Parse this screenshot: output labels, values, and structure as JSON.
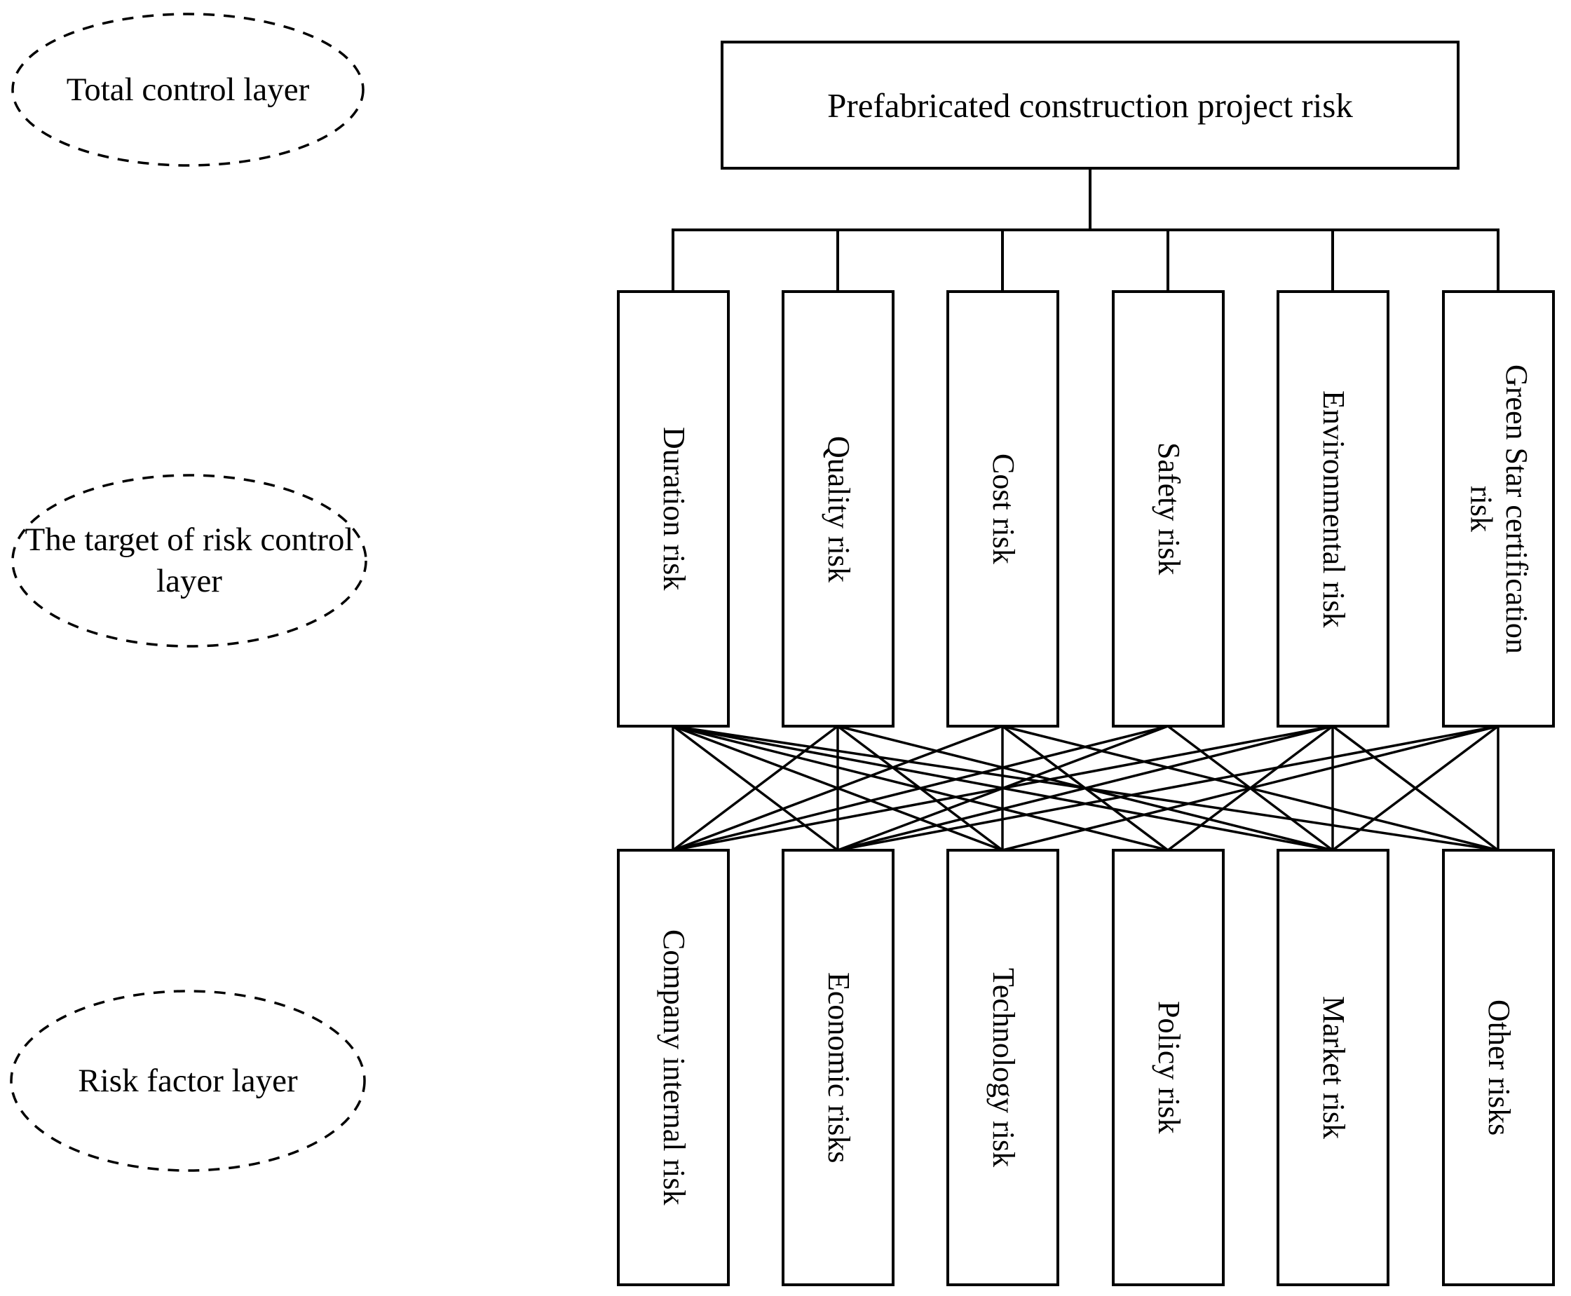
{
  "diagram": {
    "title": "Prefabricated construction project risk",
    "layer_labels": [
      {
        "id": "total-control-layer",
        "text": "Total control layer"
      },
      {
        "id": "target-of-risk-control-layer",
        "text": "The target of risk control layer"
      },
      {
        "id": "risk-factor-layer",
        "text": "Risk factor layer"
      }
    ],
    "root": {
      "id": "root-risk",
      "text": "Prefabricated construction project risk"
    },
    "target_layer_nodes": [
      {
        "id": "duration-risk",
        "text": "Duration risk"
      },
      {
        "id": "quality-risk",
        "text": "Quality risk"
      },
      {
        "id": "cost-risk",
        "text": "Cost risk"
      },
      {
        "id": "safety-risk",
        "text": "Safety risk"
      },
      {
        "id": "environmental-risk",
        "text": "Environmental risk"
      },
      {
        "id": "green-star-certification-risk",
        "text": "Green Star certification\nrisk"
      }
    ],
    "risk_factor_nodes": [
      {
        "id": "company-internal-risk",
        "text": "Company internal risk"
      },
      {
        "id": "economic-risks",
        "text": "Economic risks"
      },
      {
        "id": "technology-risk",
        "text": "Technology risk"
      },
      {
        "id": "policy-risk",
        "text": "Policy risk"
      },
      {
        "id": "market-risk",
        "text": "Market risk"
      },
      {
        "id": "other-risks",
        "text": "Other risks"
      }
    ],
    "cross_links": [
      [
        0,
        0
      ],
      [
        0,
        1
      ],
      [
        0,
        2
      ],
      [
        0,
        3
      ],
      [
        0,
        4
      ],
      [
        0,
        5
      ],
      [
        1,
        0
      ],
      [
        1,
        2
      ],
      [
        1,
        4
      ],
      [
        2,
        0
      ],
      [
        2,
        2
      ],
      [
        2,
        3
      ],
      [
        3,
        0
      ],
      [
        3,
        1
      ],
      [
        3,
        4
      ],
      [
        4,
        0
      ],
      [
        4,
        1
      ],
      [
        4,
        3
      ],
      [
        4,
        4
      ],
      [
        4,
        5
      ],
      [
        5,
        1
      ],
      [
        5,
        2
      ],
      [
        5,
        4
      ]
    ],
    "colors": {
      "stroke": "#000000",
      "fill": "#ffffff",
      "text": "#000000"
    }
  }
}
